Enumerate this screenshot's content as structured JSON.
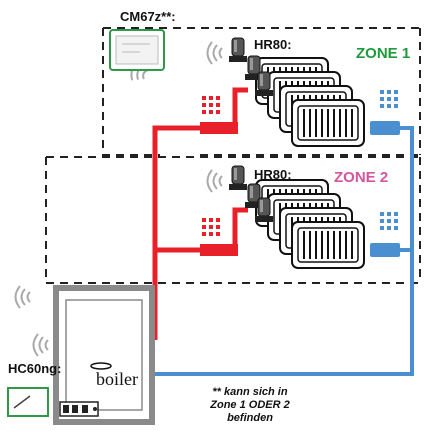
{
  "labels": {
    "cm67z": "CM67z**:",
    "hr80_zone1": "HR80:",
    "hr80_zone2": "HR80:",
    "zone1": "ZONE 1",
    "zone2": "ZONE 2",
    "hc60ng": "HC60ng:",
    "boiler": "boiler",
    "note_line1": "** kann sich in",
    "note_line2": "Zone 1 ODER 2",
    "note_line3": "befinden"
  },
  "colors": {
    "flow_pipe": "#e8202a",
    "return_pipe": "#4a90d0",
    "zone1_text": "#1f9a3a",
    "zone2_text": "#d4559c",
    "boiler_frame": "#8a8a8a",
    "device_green": "#2e9a45",
    "zone_border": "#222222"
  },
  "icons": [
    "thermostat-cm67z-icon",
    "hr80-valve-icon",
    "radiator-icon",
    "wireless-signal-icon",
    "boiler-icon",
    "hc60ng-controller-icon"
  ]
}
